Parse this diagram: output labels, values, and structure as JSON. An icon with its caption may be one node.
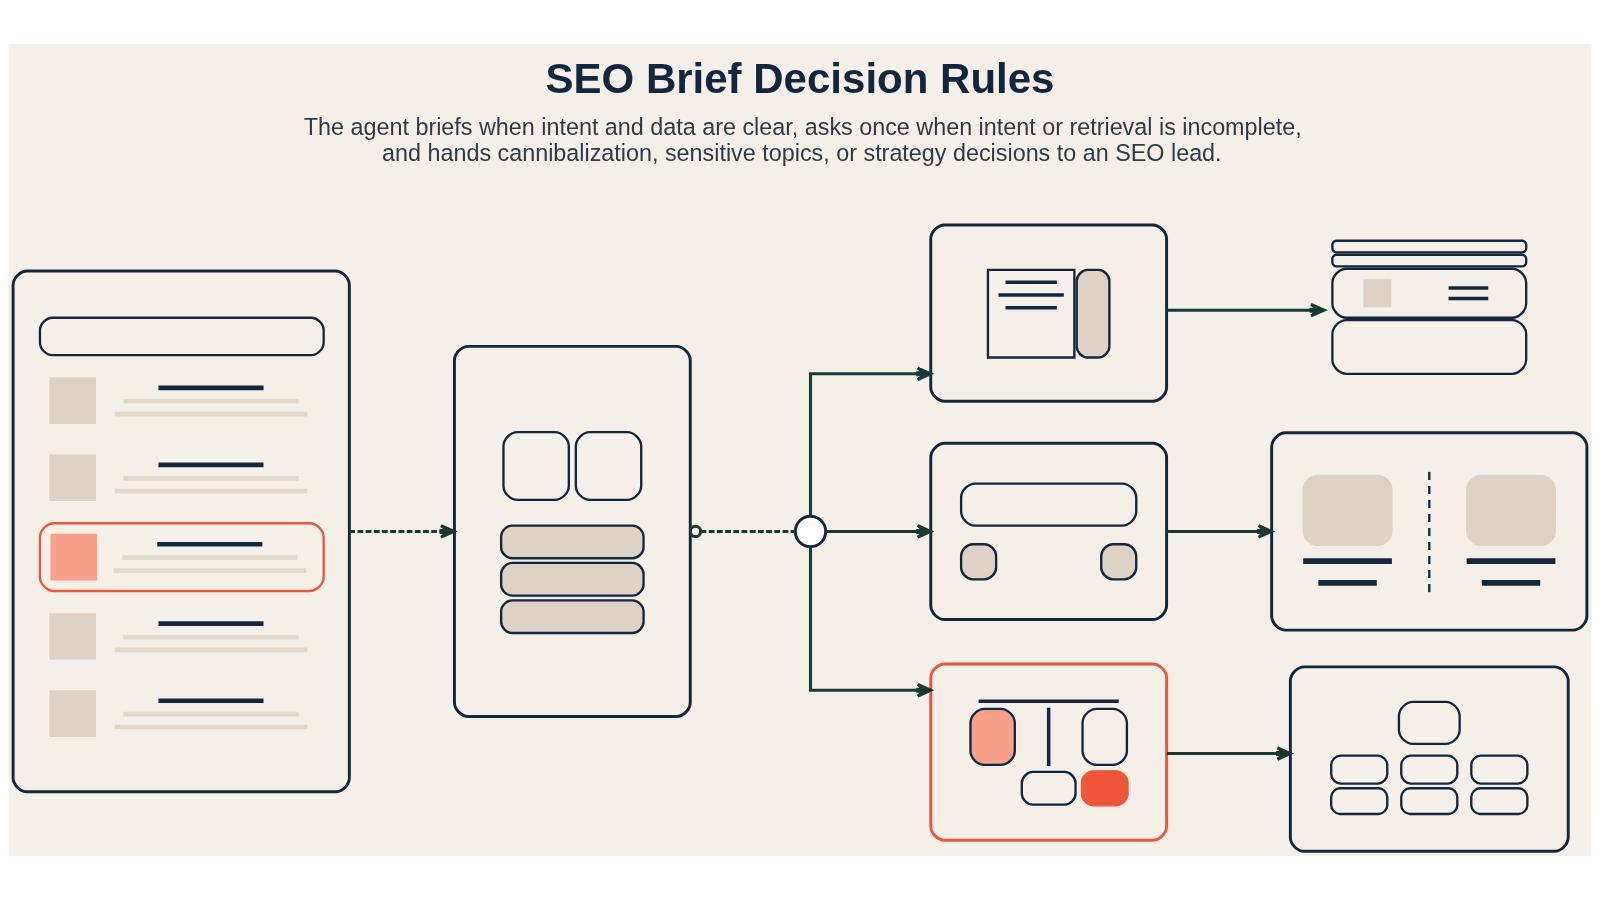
{
  "diagram": {
    "title": "SEO Brief Decision Rules",
    "caption": "The agent briefs when intent and data are clear, asks once when intent or retrieval is incomplete, and hands cannibalization, sensitive topics, or strategy decisions to an SEO lead.",
    "nodes": [
      {
        "text": [],
        "shape": "picture"
      },
      {
        "text": [],
        "shape": "picture"
      },
      {
        "text": [],
        "shape": "circle"
      },
      {
        "text": [],
        "shape": "picture"
      },
      {
        "text": [],
        "shape": "picture"
      },
      {
        "text": [],
        "shape": "picture"
      },
      {
        "text": [],
        "shape": "picture"
      },
      {
        "text": [],
        "shape": "picture"
      },
      {
        "text": [],
        "shape": "picture"
      }
    ],
    "edges": [
      {
        "from": 0,
        "to": 1,
        "arrow": "to",
        "style": "dashed"
      },
      {
        "from": 1,
        "to": 2,
        "arrow": "other",
        "style": "dashed"
      },
      {
        "from": 2,
        "to": 3,
        "arrow": "to"
      },
      {
        "from": 2,
        "to": 4,
        "arrow": "to"
      },
      {
        "from": 2,
        "to": 5,
        "arrow": "to"
      },
      {
        "from": 3,
        "to": 6,
        "arrow": "to"
      },
      {
        "from": 4,
        "to": 7,
        "arrow": "to"
      },
      {
        "from": 5,
        "to": 8,
        "arrow": "to"
      }
    ]
  }
}
